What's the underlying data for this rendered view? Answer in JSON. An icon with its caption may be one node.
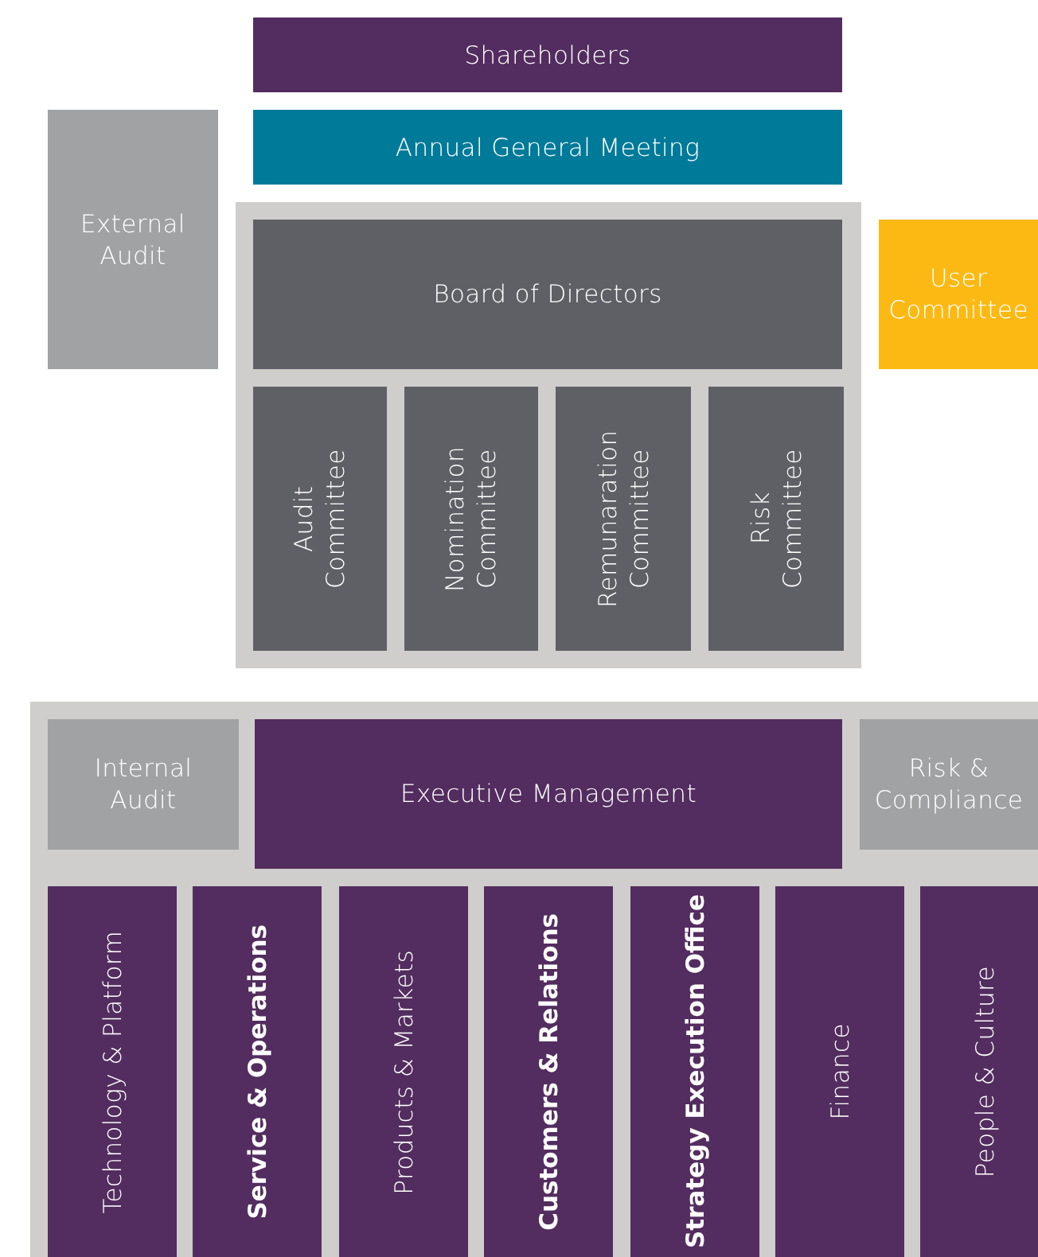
{
  "diagram": {
    "nodes": [
      {
        "text": [
          "Shareholders"
        ]
      },
      {
        "text": [
          "Annual General Meeting"
        ]
      },
      {
        "text": [
          "External Audit"
        ]
      },
      {
        "text": [],
        "shape": "box"
      },
      {
        "text": [
          "Board of Directors"
        ],
        "in": 3
      },
      {
        "text": [
          "Audit Committee"
        ],
        "in": 3
      },
      {
        "text": [
          "Nomination Committee"
        ],
        "in": 3
      },
      {
        "text": [
          "Remunaration Committee"
        ],
        "in": 3
      },
      {
        "text": [
          "Risk Committee"
        ],
        "in": 3
      },
      {
        "text": [
          "User Committee"
        ]
      },
      {
        "text": [],
        "shape": "box"
      },
      {
        "text": [
          "Internal Audit"
        ],
        "in": 10
      },
      {
        "text": [
          "Executive Management"
        ],
        "in": 10
      },
      {
        "text": [
          "Risk & Compliance"
        ],
        "in": 10
      },
      {
        "text": [
          "Technology & Platform"
        ],
        "in": 10
      },
      {
        "text": [
          "Service & Operations"
        ],
        "in": 10
      },
      {
        "text": [
          "Products & Markets"
        ],
        "in": 10
      },
      {
        "text": [
          "Customers & Relations"
        ],
        "in": 10
      },
      {
        "text": [
          "Strategy Execution Office"
        ],
        "in": 10
      },
      {
        "text": [
          "Finance"
        ],
        "in": 10
      },
      {
        "text": [
          "People & Culture"
        ],
        "in": 10
      }
    ]
  }
}
